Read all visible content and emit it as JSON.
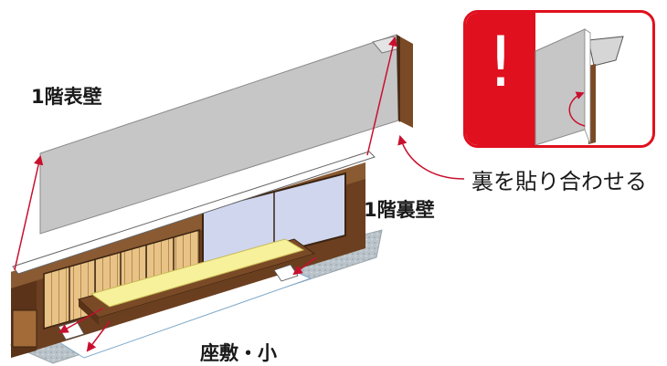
{
  "labels": {
    "front_wall": "1階表壁",
    "back_wall": "1階裏壁",
    "room_small": "座敷・小",
    "instruction": "裏を貼り合わせる"
  },
  "inset": {
    "mark": "!",
    "accent_color": "#e0101e"
  },
  "colors": {
    "wall_grey": "#c6c6c6",
    "wood": "#7a4a26",
    "tatami": "#f6f19a",
    "arrow": "#c8102e"
  }
}
